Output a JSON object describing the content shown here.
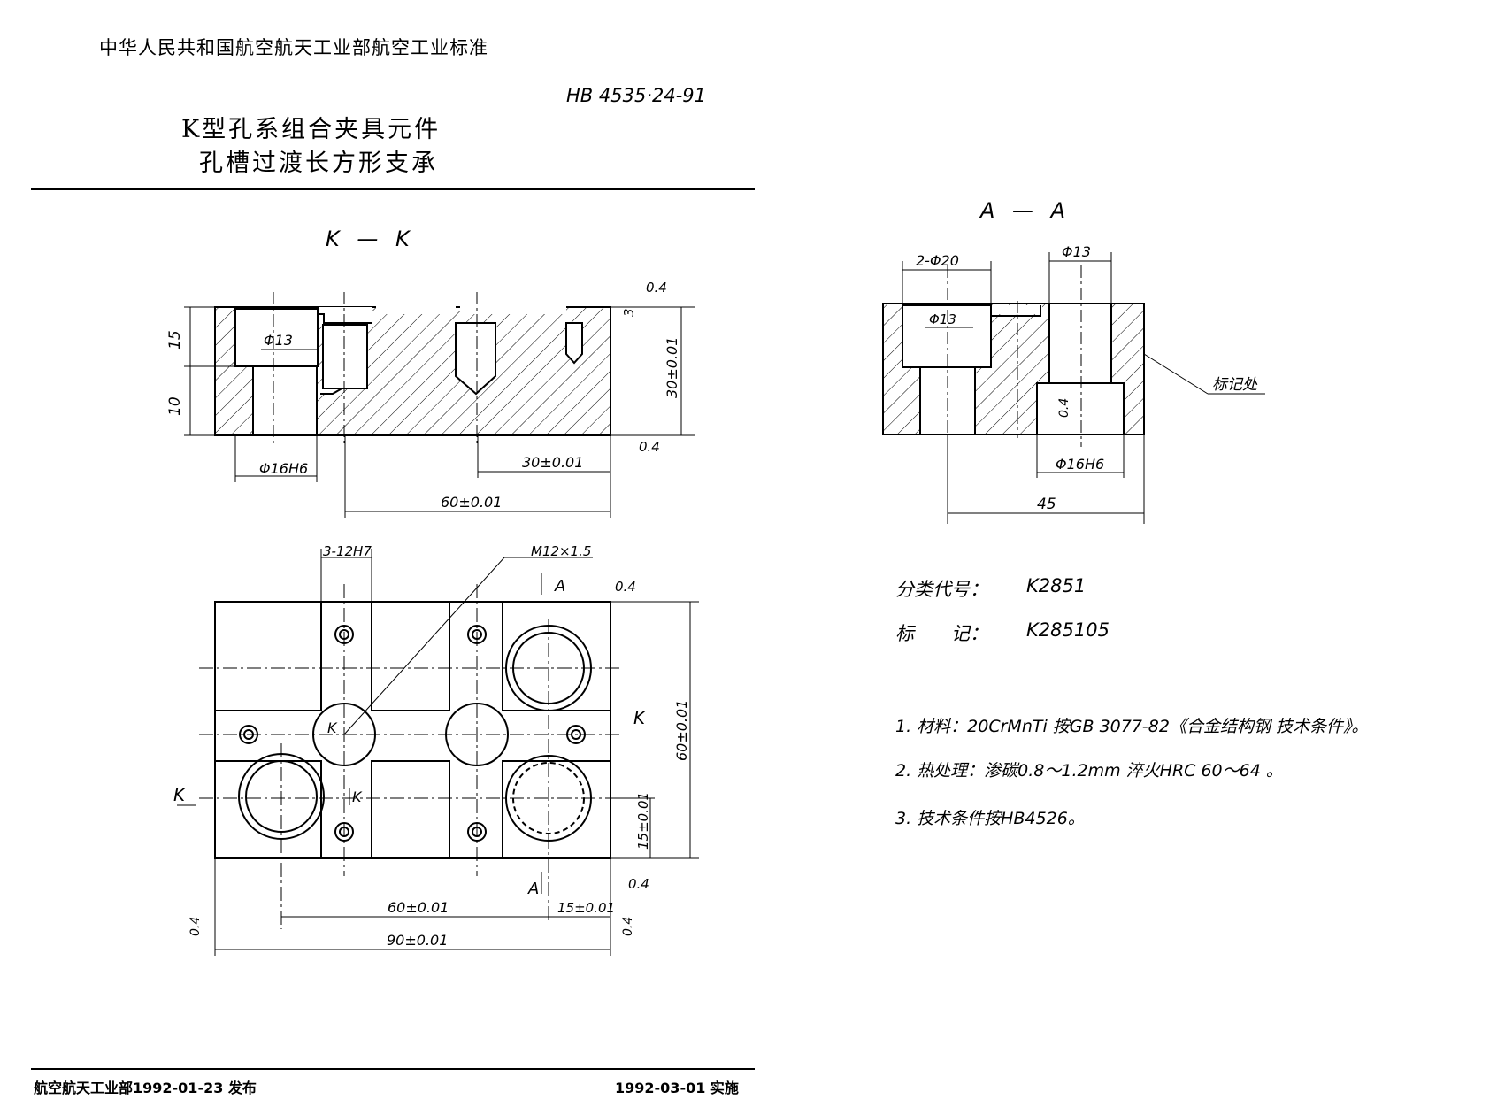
{
  "header": {
    "issuer": "中华人民共和国航空航天工业部航空工业标准",
    "standard_no": "HB 4535·24-91",
    "title_line1": "K型孔系组合夹具元件",
    "title_line2": "孔槽过渡长方形支承"
  },
  "view_kk": {
    "label": "K — K",
    "dims": {
      "d15": "15",
      "d10": "10",
      "phi13": "Φ13",
      "phi16h6": "Φ16H6",
      "rough_04": "0.4",
      "d3": "3",
      "d30": "30±0.01",
      "d30b": "30±0.01",
      "d60": "60±0.01"
    }
  },
  "plan_view": {
    "dims": {
      "holes": "3-12H7",
      "thread": "M12×1.5",
      "a_top": "A",
      "a_bottom": "A",
      "k_left": "K",
      "k_right": "K",
      "k_mid": "K",
      "k_small": "K",
      "rough": "0.4",
      "d60v": "60±0.01",
      "d15v": "15±0.01",
      "d60h": "60±0.01",
      "d15h": "15±0.01",
      "d90": "90±0.01"
    }
  },
  "view_aa": {
    "label": "A — A",
    "dims": {
      "holes": "2-Φ20",
      "phi13_top": "Φ13",
      "phi13_in": "Φ13",
      "phi16h6": "Φ16H6",
      "rough": "0.4",
      "d45": "45",
      "mark": "标记处"
    }
  },
  "info": {
    "class_label": "分类代号：",
    "class_value": "K2851",
    "mark_label": "标　　记：",
    "mark_value": "K285105"
  },
  "notes": [
    "1. 材料：20CrMnTi 按GB 3077-82《合金结构钢 技术条件》。",
    "2. 热处理：渗碳0.8～1.2mm  淬火HRC 60～64 。",
    "3. 技术条件按HB4526。"
  ],
  "footer": {
    "issued": "航空航天工业部1992-01-23 发布",
    "effective": "1992-03-01 实施"
  }
}
